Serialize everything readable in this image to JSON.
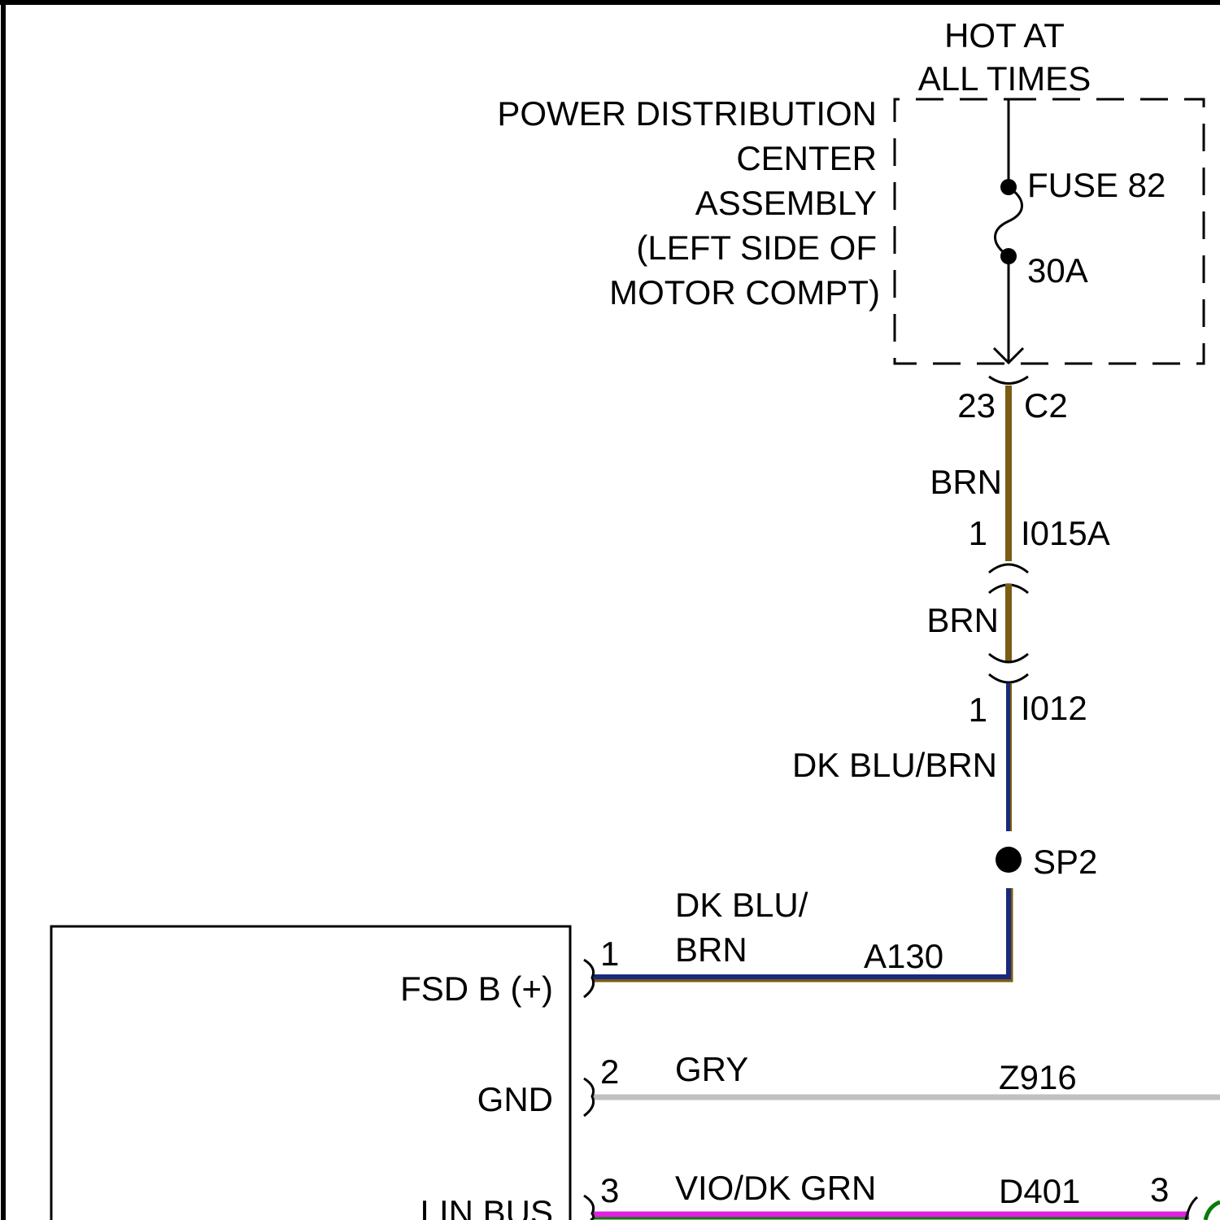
{
  "power_source": {
    "hot_label": [
      "HOT AT",
      "ALL TIMES"
    ],
    "pdc_label": [
      "POWER DISTRIBUTION",
      "CENTER",
      "ASSEMBLY",
      "(LEFT SIDE OF",
      "MOTOR COMPT)"
    ],
    "fuse_name": "FUSE 82",
    "fuse_rating": "30A"
  },
  "connectors": {
    "c2_pin": "23",
    "c2_name": "C2",
    "i015a_pin": "1",
    "i015a_name": "I015A",
    "i012_pin": "1",
    "i012_name": "I012"
  },
  "wires": {
    "brn_1": "BRN",
    "brn_2": "BRN",
    "dk_blu_brn": "DK BLU/BRN",
    "a130_color": [
      "DK BLU/",
      "BRN"
    ],
    "a130_circuit": "A130",
    "z916_color": "GRY",
    "z916_circuit": "Z916",
    "d401_color": "VIO/DK GRN",
    "d401_circuit": "D401"
  },
  "splice": {
    "name": "SP2"
  },
  "module": {
    "pins": [
      {
        "number": "1",
        "label": "FSD B (+)"
      },
      {
        "number": "2",
        "label": "GND"
      },
      {
        "number": "3",
        "label": "LIN BUS"
      }
    ],
    "far_pin": "3"
  },
  "colors": {
    "brown": "#7a5c12",
    "dark_blue": "#1a2a7a",
    "gray": "#c0c0c0",
    "violet": "#e020e0",
    "green": "#0a7a0a"
  }
}
